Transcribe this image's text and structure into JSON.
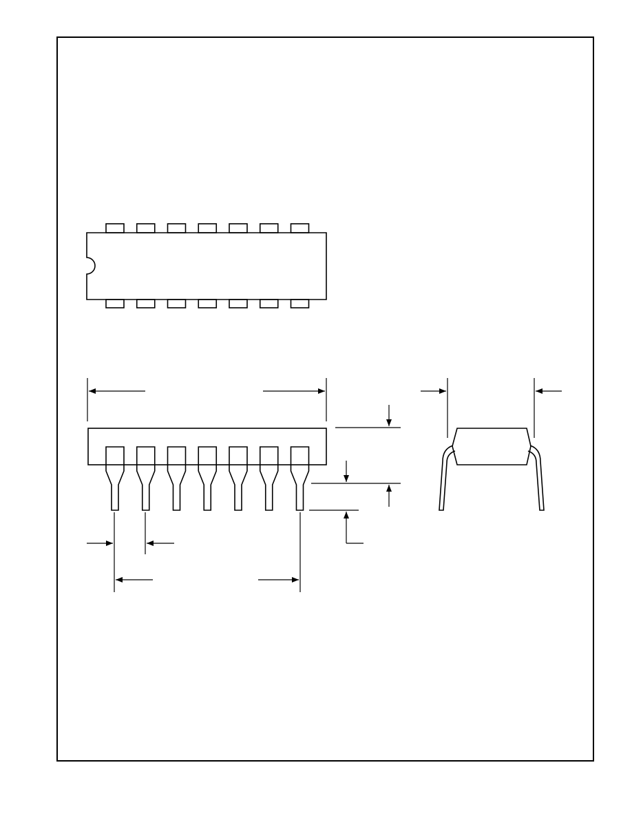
{
  "drawing": {
    "kind": "16-pin dual in-line package outline",
    "line_color": "#000000",
    "background_color": "#ffffff",
    "views": {
      "top": {
        "leads_per_side": 7,
        "pin1_notch": true
      },
      "front": {
        "leads": 7
      },
      "side": {}
    },
    "dimension_labels": []
  }
}
